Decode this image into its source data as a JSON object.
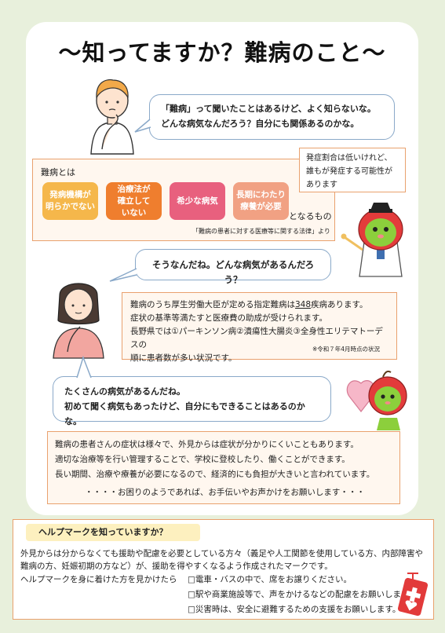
{
  "title": "〜知ってますか？難病のこと〜",
  "bubble1": {
    "line1": "「難病」って聞いたことはあるけど、よく知らないな。",
    "line2": "どんな病気なんだろう？自分にも関係あるのかな。"
  },
  "note": {
    "line1": "発症割合は低いけれど、",
    "line2": "誰もが発症する可能性が",
    "line3": "あります"
  },
  "definition": {
    "label": "難病とは",
    "pills": [
      "発病機構が\n明らかでない",
      "治療法が\n確立して\nいない",
      "希少な病気",
      "長期にわたり\n療養が必要"
    ],
    "tail": "となるもの",
    "source": "「難病の患者に対する医療等に関する法律」より"
  },
  "bubble2": {
    "text": "そうなんだね。どんな病気があるんだろう？"
  },
  "facts": {
    "line1_pre": "難病のうち厚生労働大臣が定める指定難病は",
    "count": "348",
    "line1_post": "疾病あります。",
    "line2": "症状の基準等満たすと医療費の助成が受けられます。",
    "line3": "長野県では①パーキンソン病②潰瘍性大腸炎③全身性エリテマトーデスの",
    "line4": "順に患者数が多い状況です。",
    "footnote": "※令和７年4月時点の状況"
  },
  "bubble3": {
    "line1": "たくさんの病気があるんだね。",
    "line2": "初めて聞く病気もあったけど、自分にもできることはあるのかな。"
  },
  "info": {
    "line1": "難病の患者さんの症状は様々で、外見からは症状が分かりにくいこともあります。",
    "line2": "適切な治療等を行い管理することで、学校に登校したり、働くことができます。",
    "line3": "長い期間、治療や療養が必要になるので、経済的にも負担が大きいと言われています。",
    "line4": "・・・・お困りのようであれば、お手伝いやお声かけをお願いします・・・"
  },
  "help": {
    "title": "ヘルプマークを知っていますか？",
    "desc": "外見からは分からなくても援助や配慮を必要としている方々（義足や人工関節を使用している方、内部障害や難病の方、妊娠初期の方など）が、援助を得やすくなるよう作成されたマークです。",
    "lead": "ヘルプマークを身に着けた方を見かけたら",
    "items": [
      "□電車・バスの中で、席をお譲りください。",
      "□駅や商業施設等で、声をかけるなどの配慮をお願いします。",
      "□災害時は、安全に避難するための支援をお願いします。"
    ]
  },
  "colors": {
    "background": "#e8f0dc",
    "box_border": "#e9a16e",
    "pill1": "#f5b74b",
    "pill2": "#ef7e2e",
    "pill3": "#e8607e",
    "pill4": "#f1a183",
    "bubble_border": "#8aa9c9",
    "help_title_bg": "#fdf0bf",
    "help_mark_red": "#e23a3a"
  }
}
